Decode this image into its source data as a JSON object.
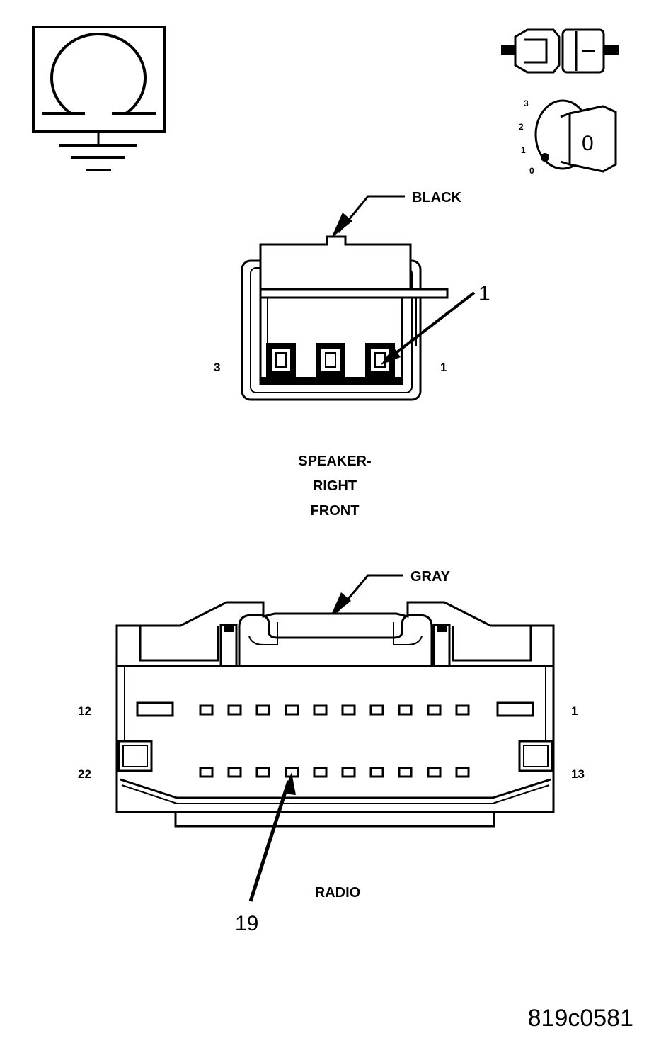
{
  "icons": {
    "ohmmeter": "ohmmeter-ground-icon",
    "disconnect": "connector-disconnect-icon",
    "ignition": "ignition-key-icon",
    "ohm_symbol": "Ω",
    "ignition_positions": [
      "3",
      "2",
      "1",
      "0"
    ],
    "ignition_key_text": "0"
  },
  "connector_top": {
    "color_label": "BLACK",
    "pin_left": "3",
    "pin_right": "1",
    "callout_pin": "1",
    "name_lines": [
      "SPEAKER-",
      "RIGHT",
      "FRONT"
    ]
  },
  "connector_bottom": {
    "color_label": "GRAY",
    "pin_top_left": "12",
    "pin_top_right": "1",
    "pin_bottom_left": "22",
    "pin_bottom_right": "13",
    "callout_pin": "19",
    "name": "RADIO"
  },
  "figure_id": "819c0581"
}
